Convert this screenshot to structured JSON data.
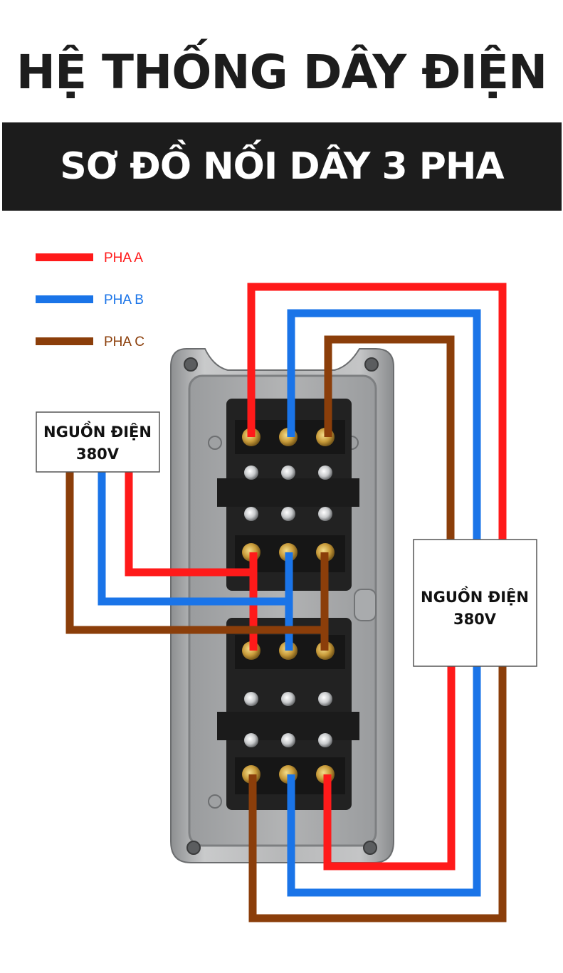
{
  "title": "HỆ THỐNG DÂY ĐIỆN",
  "subtitle": "SƠ ĐỒ NỐI DÂY 3 PHA",
  "legend": [
    {
      "label": "PHA A",
      "color": "#ff1a1a"
    },
    {
      "label": "PHA B",
      "color": "#1a74e8"
    },
    {
      "label": "PHA C",
      "color": "#8b3e0a"
    }
  ],
  "sources": [
    {
      "line1": "NGUỒN ĐIỆN",
      "line2": "380V"
    },
    {
      "line1": "NGUỒN ĐIỆN",
      "line2": "380V"
    }
  ],
  "colors": {
    "phase_a": "#ff1a1a",
    "phase_b": "#1a74e8",
    "phase_c": "#8b3e0a",
    "banner": "#1c1c1c"
  }
}
